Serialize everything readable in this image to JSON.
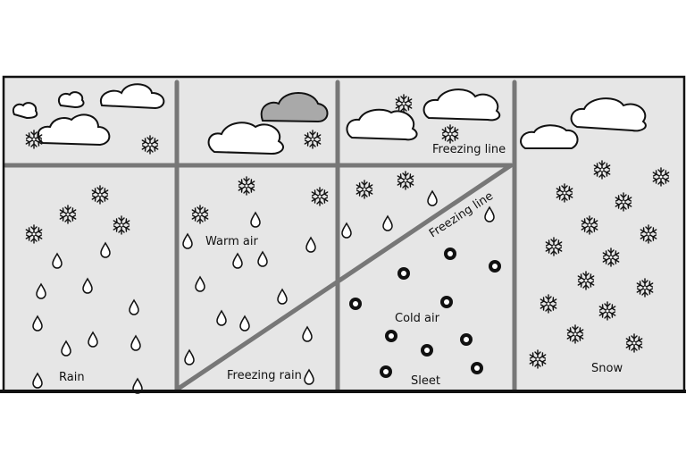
{
  "labels": {
    "freezing_line_top": "Freezing line",
    "freezing_line_diag": "Freezing line",
    "warm_air": "Warm air",
    "cold_air": "Cold air",
    "rain": "Rain",
    "freezing_rain": "Freezing rain",
    "sleet": "Sleet",
    "snow": "Snow"
  },
  "colors": {
    "panel_fill": "#e6e6e6",
    "border": "#111111",
    "divider": "#777777",
    "cloud_fill": "#ffffff",
    "cloud_dark_fill": "#a9a9a9"
  },
  "icons": {
    "cloud": "cloud-icon",
    "snowflake": "snowflake-icon",
    "raindrop": "raindrop-icon",
    "sleet_pellet": "sleet-pellet-icon"
  }
}
